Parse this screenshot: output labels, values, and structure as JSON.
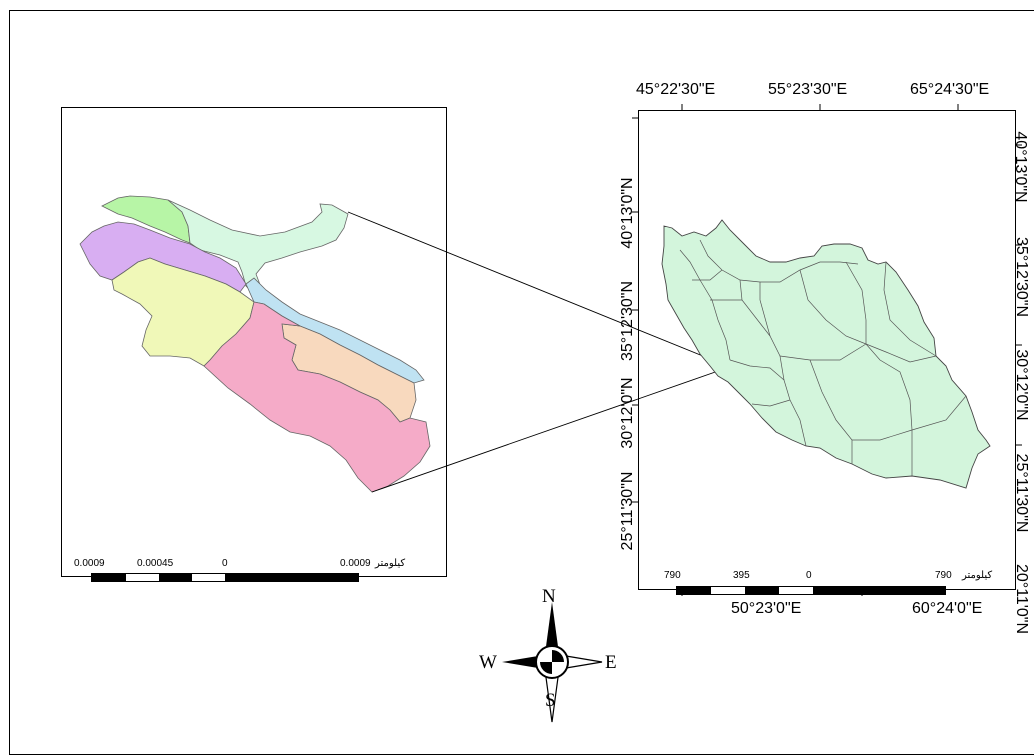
{
  "inset_scale": {
    "labels": [
      "0.0009",
      "0.00045",
      "0",
      "0.0009"
    ],
    "unit": "کیلومتر"
  },
  "iran_scale": {
    "labels": [
      "790",
      "395",
      "0",
      "790"
    ],
    "unit": "کیلومتر"
  },
  "graticule": {
    "top": [
      "45°22'30\"E",
      "55°23'30\"E",
      "65°24'30\"E"
    ],
    "bottom": [
      "50°23'0\"E",
      "60°24'0\"E"
    ],
    "left": [
      "40°13'0\"N",
      "35°12'30\"N",
      "30°12'0\"N",
      "25°11'30\"N"
    ],
    "right": [
      "40°13'0\"N",
      "35°12'30\"N",
      "30°12'0\"N",
      "25°11'30\"N",
      "20°11'0\"N"
    ]
  },
  "compass": {
    "n": "N",
    "s": "S",
    "e": "E",
    "w": "W"
  },
  "colors": {
    "region_green": "#b7f5a6",
    "region_mint": "#d7f8e2",
    "region_purple": "#d8aef2",
    "region_yellow": "#f0f8b8",
    "region_blue": "#bfe2f2",
    "region_peach": "#f8d9be",
    "region_pink": "#f5abc8",
    "iran_fill": "#d3f5dc"
  }
}
